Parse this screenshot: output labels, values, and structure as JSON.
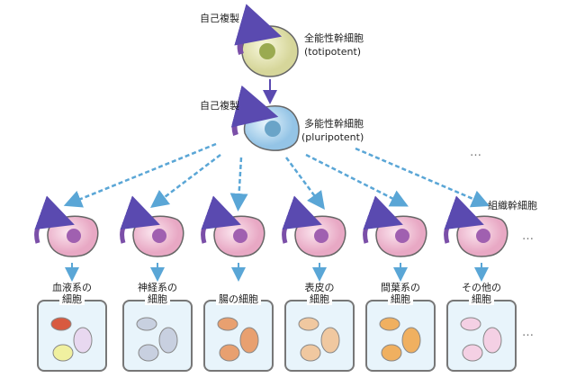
{
  "top": {
    "self_renewal": "自己複製",
    "name": "全能性幹細胞",
    "en": "(totipotent)"
  },
  "middle": {
    "self_renewal": "自己複製",
    "name": "多能性幹細胞",
    "en": "(pluripotent)"
  },
  "tissue_stem_label": "組織幹細胞",
  "ellipsis": "…",
  "lineages": [
    {
      "line1": "血液系の",
      "line2": "細胞"
    },
    {
      "line1": "神経系の",
      "line2": "細胞"
    },
    {
      "line1": "",
      "line2": "腸の細胞"
    },
    {
      "line1": "表皮の",
      "line2": "細胞"
    },
    {
      "line1": "間葉系の",
      "line2": "細胞"
    },
    {
      "line1": "その他の",
      "line2": "細胞"
    }
  ],
  "colors": {
    "totipotent": "#e6e6b4",
    "pluripotent": "#bcdcf2",
    "tissue_stem": "#f2c4d8",
    "arrow_purple": "#7b4fa8",
    "arrow_blue": "#5aa6d6",
    "box_fill": "#e8f4fb"
  }
}
